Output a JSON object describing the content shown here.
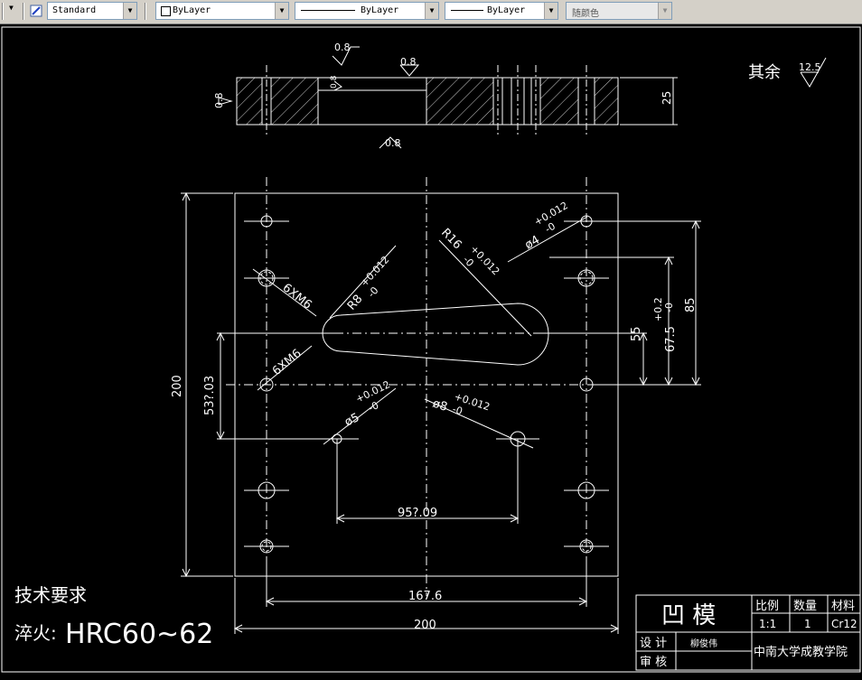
{
  "toolbar": {
    "text_style": "Standard",
    "layer_color": "ByLayer",
    "linetype": "ByLayer",
    "lineweight": "ByLayer",
    "plot_style": "随颜色"
  },
  "drawing": {
    "other_surfaces_label": "其余",
    "other_roughness": "12.5",
    "roughness_top_left": "0.8",
    "roughness_top_mid": "0.8",
    "roughness_side": "0.8",
    "roughness_bottom": "0.8",
    "roughness_slot": "0.8",
    "dim_thickness": "25",
    "dim_width_left": "200",
    "dim_slot_y": "53?.03",
    "dim_55": "55",
    "dim_675": "67.5",
    "dim_675_tol": "+0.2",
    "dim_675_tol2": "-0",
    "dim_85": "85",
    "dim_95": "95?.09",
    "dim_1676": "167.6",
    "dim_200_bottom": "200",
    "thread_a": "6XM6",
    "thread_b": "6XM6",
    "r8": "R8",
    "r8_tol": "+0.012",
    "r8_tol2": "-0",
    "r16": "R16",
    "r16_tol": "+0.012",
    "r16_tol2": "-0",
    "d4": "ø4",
    "d4_tol": "+0.012",
    "d4_tol2": "-0",
    "d5": "ø5",
    "d5_tol": "+0.012",
    "d5_tol2": "-0",
    "d8": "ø8",
    "d8_tol": "+0.012",
    "d8_tol2": "-0",
    "tech_title": "技术要求",
    "tech_item_label": "淬火:",
    "tech_item_value": "HRC60~62"
  },
  "title_block": {
    "part_name": "凹  模",
    "scale_label": "比例",
    "qty_label": "数量",
    "material_label": "材料",
    "scale_value": "1:1",
    "qty_value": "1",
    "material_value": "Cr12",
    "design_label": "设  计",
    "designer": "柳俊伟",
    "review_label": "审  核",
    "school": "中南大学成教学院"
  }
}
